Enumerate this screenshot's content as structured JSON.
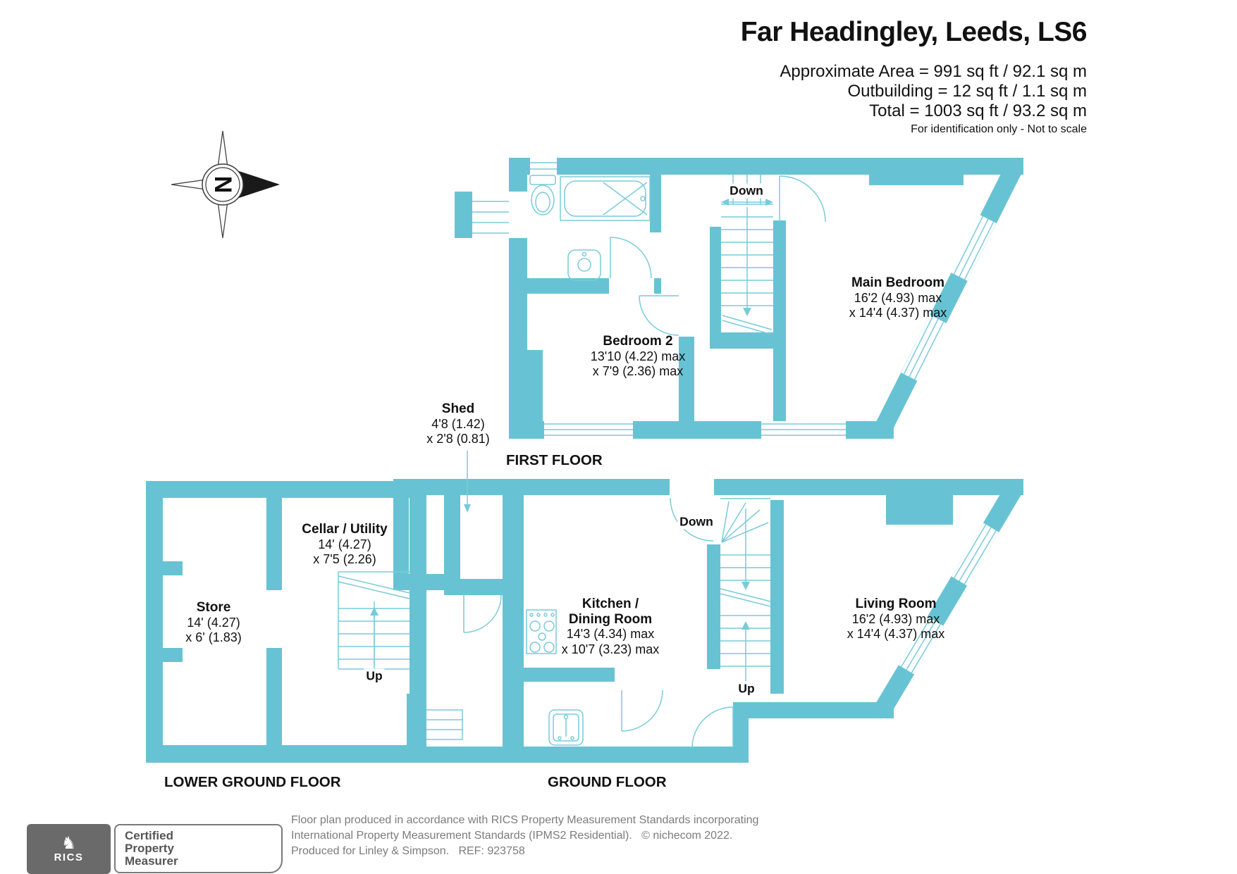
{
  "header": {
    "title": "Far Headingley, Leeds, LS6",
    "area_line1": "Approximate Area = 991 sq ft / 92.1 sq m",
    "area_line2": "Outbuilding = 12 sq ft / 1.1 sq m",
    "area_line3": "Total = 1003 sq ft / 93.2 sq m",
    "disclaimer": "For identification only - Not to scale"
  },
  "compass": {
    "north": "N"
  },
  "shed_label": {
    "name": "Shed",
    "dim1": "4'8 (1.42)",
    "dim2": "x 2'8 (0.81)"
  },
  "first_floor": {
    "label": "FIRST FLOOR",
    "down": "Down",
    "main_bedroom": {
      "name": "Main Bedroom",
      "dim1": "16'2 (4.93) max",
      "dim2": "x 14'4 (4.37) max"
    },
    "bedroom2": {
      "name": "Bedroom 2",
      "dim1": "13'10 (4.22) max",
      "dim2": "x 7'9 (2.36) max"
    }
  },
  "ground_floor": {
    "label": "GROUND FLOOR",
    "down": "Down",
    "up": "Up",
    "kitchen": {
      "name": "Kitchen /",
      "name2": "Dining Room",
      "dim1": "14'3 (4.34) max",
      "dim2": "x 10'7 (3.23) max"
    },
    "living_room": {
      "name": "Living Room",
      "dim1": "16'2 (4.93) max",
      "dim2": "x 14'4 (4.37) max"
    }
  },
  "lower_ground_floor": {
    "label": "LOWER GROUND FLOOR",
    "up": "Up",
    "store": {
      "name": "Store",
      "dim1": "14' (4.27)",
      "dim2": "x 6' (1.83)"
    },
    "cellar": {
      "name": "Cellar / Utility",
      "dim1": "14' (4.27)",
      "dim2": "x 7'5 (2.26)"
    }
  },
  "footer": {
    "rics": "RICS",
    "badge": [
      "Certified",
      "Property",
      "Measurer"
    ],
    "line1": "Floor plan produced in accordance with RICS Property Measurement Standards incorporating",
    "line2": "International Property Measurement Standards (IPMS2 Residential).   © nichecom 2022.",
    "line3": "Produced for Linley & Simpson.   REF: 923758"
  },
  "colors": {
    "wall": "#67c3d4",
    "line": "#79cbd9"
  }
}
